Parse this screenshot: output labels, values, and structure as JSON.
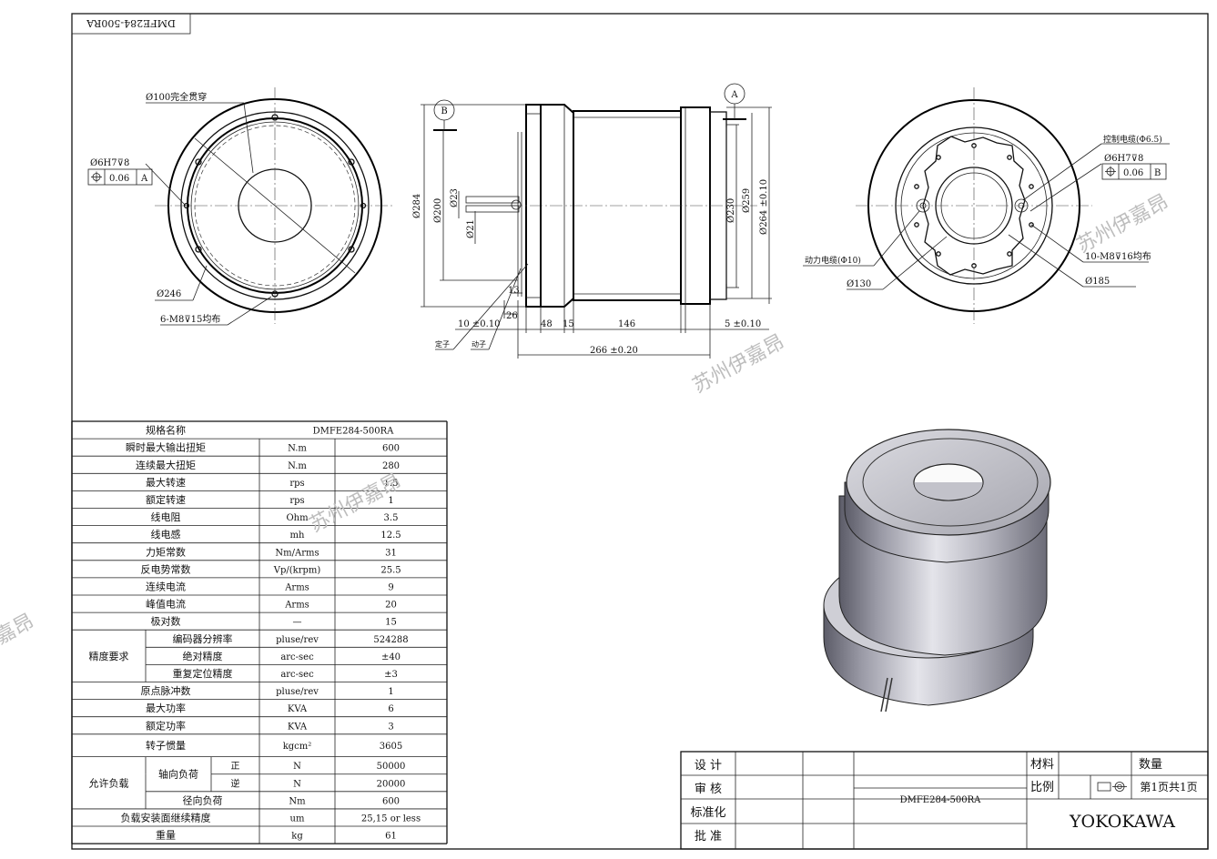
{
  "drawing": {
    "corner_tag": "DMFE284-500RA",
    "notes": {
      "bore_through": "Ø100完全贯穿",
      "dia_246": "Ø246",
      "holes_left": "6-M8⊽15均布",
      "pin_left": "Ø6H7⊽8",
      "pin_right": "Ø6H7⊽8",
      "tol_left": "0.06",
      "datum_left": "A",
      "tol_right": "0.06",
      "datum_right": "B",
      "ctrl_cable": "控制电缆(Φ6.5)",
      "power_cable": "动力电缆(Φ10)",
      "dia_130": "Ø130",
      "holes_right": "10-M8⊽16均布",
      "dia_185": "Ø185",
      "dim_284": "Ø284",
      "dim_200": "Ø200",
      "dim_23": "Ø23",
      "dim_21": "Ø21",
      "dim_230": "Ø230",
      "dim_259": "Ø259",
      "dim_264": "Ø264 ±0.10",
      "dim_13": "13",
      "dim_26": "26",
      "dim_10": "10 ±0.10",
      "dim_48": "48",
      "dim_15": "15",
      "dim_146": "146",
      "dim_5": "5 ±0.10",
      "dim_266": "266 ±0.20",
      "stator": "定子",
      "rotor": "动子",
      "view_a": "A",
      "view_b": "B"
    },
    "watermarks": [
      "苏州伊嘉昂",
      "苏州伊嘉昂",
      "苏州伊嘉昂",
      "嘉昂"
    ]
  },
  "spec": {
    "rows": [
      {
        "name": "规格名称",
        "unit": "",
        "value": "DMFE284-500RA"
      },
      {
        "name": "瞬时最大输出扭矩",
        "unit": "N.m",
        "value": "600"
      },
      {
        "name": "连续最大扭矩",
        "unit": "N.m",
        "value": "280"
      },
      {
        "name": "最大转速",
        "unit": "rps",
        "value": "1.5"
      },
      {
        "name": "额定转速",
        "unit": "rps",
        "value": "1"
      },
      {
        "name": "线电阻",
        "unit": "Ohm",
        "value": "3.5"
      },
      {
        "name": "线电感",
        "unit": "mh",
        "value": "12.5"
      },
      {
        "name": "力矩常数",
        "unit": "Nm/Arms",
        "value": "31"
      },
      {
        "name": "反电势常数",
        "unit": "Vp/(krpm)",
        "value": "25.5"
      },
      {
        "name": "连续电流",
        "unit": "Arms",
        "value": "9"
      },
      {
        "name": "峰值电流",
        "unit": "Arms",
        "value": "20"
      },
      {
        "name": "极对数",
        "unit": "—",
        "value": "15"
      }
    ],
    "precision_group": "精度要求",
    "precision_rows": [
      {
        "name": "编码器分辨率",
        "unit": "pluse/rev",
        "value": "524288"
      },
      {
        "name": "绝对精度",
        "unit": "arc-sec",
        "value": "±40"
      },
      {
        "name": "重复定位精度",
        "unit": "arc-sec",
        "value": "±3"
      }
    ],
    "rows2": [
      {
        "name": "原点脉冲数",
        "unit": "pluse/rev",
        "value": "1"
      },
      {
        "name": "最大功率",
        "unit": "KVA",
        "value": "6"
      },
      {
        "name": "额定功率",
        "unit": "KVA",
        "value": "3"
      },
      {
        "name": "转子惯量",
        "unit": "kgcm²",
        "value": "3605"
      }
    ],
    "load_group": "允许负载",
    "axial_label": "轴向负荷",
    "axial_rows": [
      {
        "dir": "正",
        "unit": "N",
        "value": "50000"
      },
      {
        "dir": "逆",
        "unit": "N",
        "value": "20000"
      }
    ],
    "radial": {
      "name": "径向负荷",
      "unit": "Nm",
      "value": "600"
    },
    "rows3": [
      {
        "name": "负载安装面继续精度",
        "unit": "um",
        "value": "25,15 or less"
      },
      {
        "name": "重量",
        "unit": "kg",
        "value": "61"
      }
    ]
  },
  "title_block": {
    "design": "设 计",
    "review": "审 核",
    "standard": "标准化",
    "approve": "批 准",
    "material": "材料",
    "quantity": "数量",
    "scale": "比例",
    "page": "第1页共1页",
    "part": "DMFE284-500RA",
    "company": "YOKOKAWA"
  }
}
